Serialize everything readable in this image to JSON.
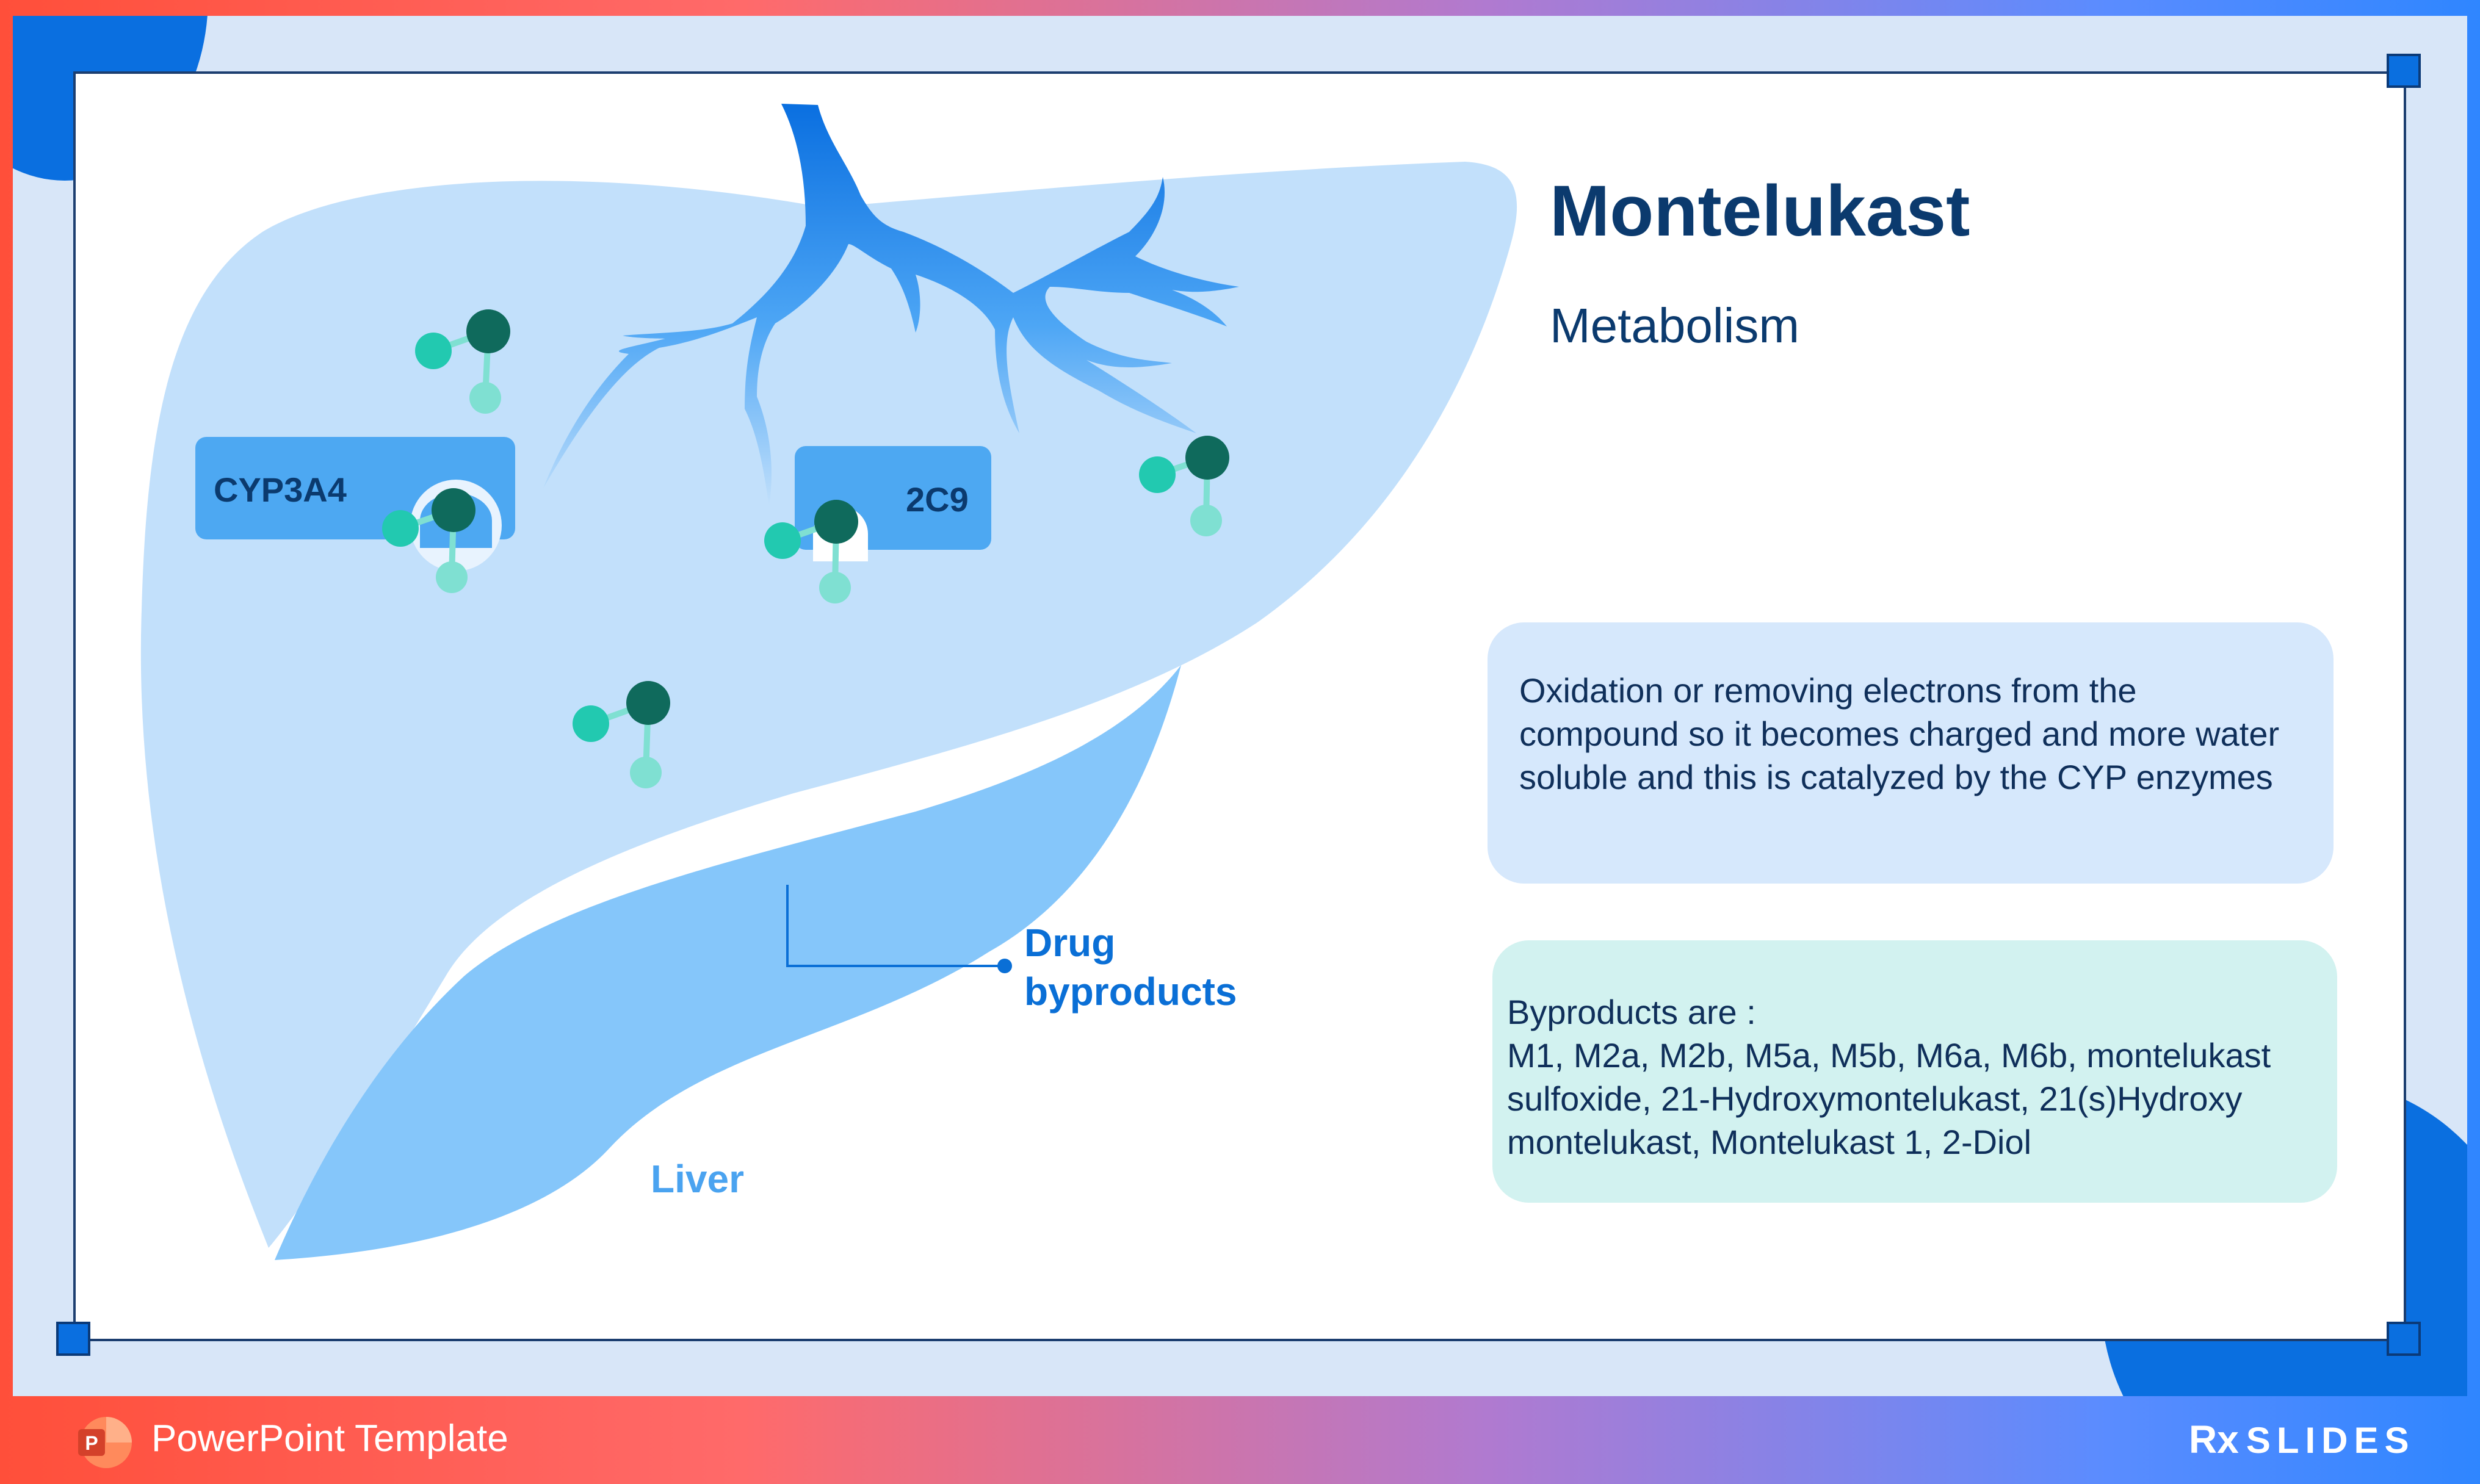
{
  "slide": {
    "title": "Montelukast",
    "subtitle": "Metabolism"
  },
  "diagram": {
    "enzyme_left": "CYP3A4",
    "enzyme_right": "2C9",
    "callout": {
      "line1": "Drug",
      "line2": "byproducts"
    },
    "organ_label": "Liver"
  },
  "info_boxes": {
    "oxidation": "Oxidation or removing electrons from the compound so it becomes charged and more water soluble and this is catalyzed by the CYP enzymes",
    "byproducts_heading": "Byproducts are :",
    "byproducts_list": "M1, M2a, M2b, M5a, M5b, M6a, M6b, montelukast sulfoxide, 21-Hydroxymontelukast, 21(s)Hydroxy montelukast, Montelukast 1, 2-Diol"
  },
  "footer": {
    "app_icon": "powerpoint-icon",
    "app_icon_letter": "P",
    "template_label": "PowerPoint Template",
    "brand_rx": "Rx",
    "brand_name": "SLIDES"
  },
  "colors": {
    "accent_blue": "#0a6fe0",
    "title_navy": "#0b3a6e",
    "liver_light": "#c2e0fb",
    "liver_mid": "#85c6fa",
    "box_blue": "#d6e8fc",
    "box_teal": "#d2f2f0",
    "molecule_dark": "#0f6a5c",
    "molecule_mid": "#22c9b0",
    "molecule_light": "#7fe0d2"
  }
}
